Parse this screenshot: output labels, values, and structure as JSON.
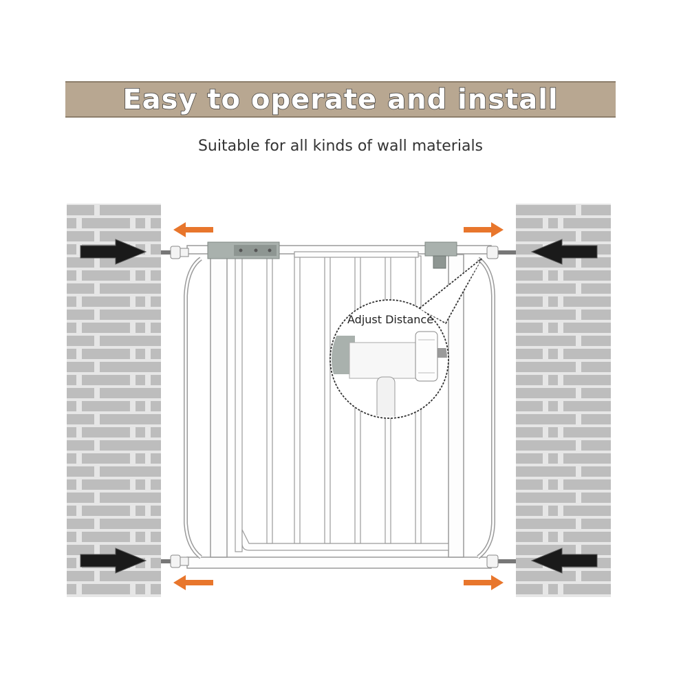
{
  "banner": {
    "title": "Easy to operate and install"
  },
  "subtitle": "Suitable for all kinds of wall materials",
  "callout": {
    "label": "Adjust Distance"
  },
  "colors": {
    "banner_bg": "#b8a791",
    "brick": "#bdbdbd",
    "mortar": "#e6e6e6",
    "arrow_black": "#1a1a1a",
    "arrow_orange": "#e8762c",
    "gate_white": "#fdfdfd",
    "gate_outline": "#9a9a9a",
    "bracket_gray": "#a9b1ad"
  },
  "icons": [
    "push-arrow-icon",
    "expand-arrow-icon",
    "pressure-knob-icon"
  ]
}
